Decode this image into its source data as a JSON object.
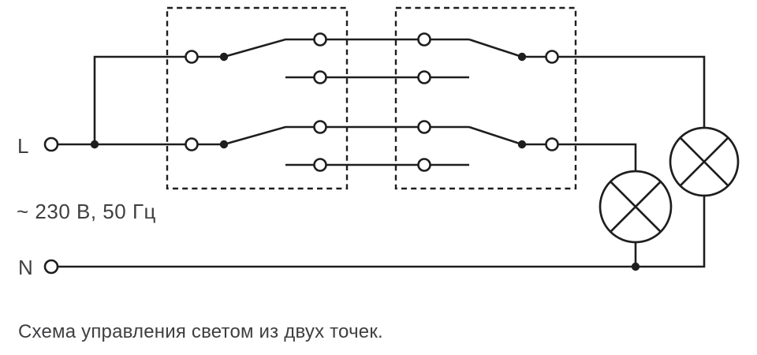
{
  "diagram": {
    "labels": {
      "phase": "L",
      "neutral": "N",
      "voltage": "~ 230 В, 50 Гц",
      "caption": "Схема управления светом из двух точек."
    },
    "colors": {
      "line": "#1e1e1e",
      "text": "#3f3f41",
      "background": "#ffffff"
    },
    "icons": {
      "lamp_icon": "circle-with-diagonal-cross",
      "contact_terminal": "open-circle",
      "junction_dot": "filled-dot",
      "switch_enclosure": "dashed-rectangle"
    }
  }
}
